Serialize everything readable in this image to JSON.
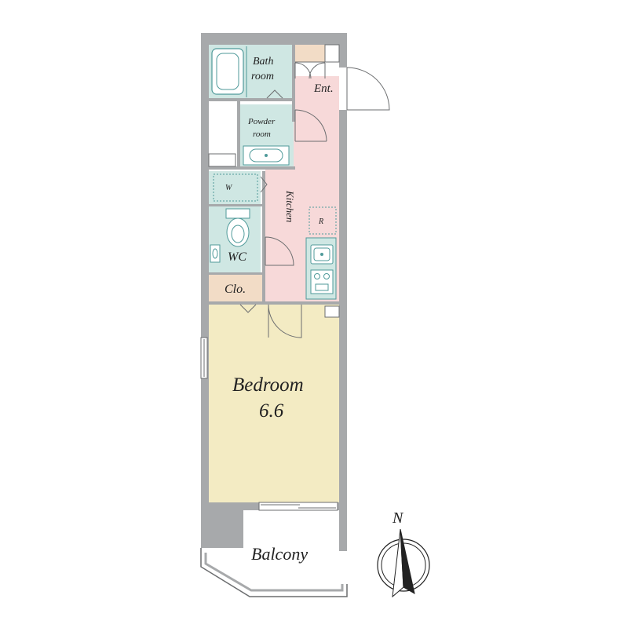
{
  "rooms": {
    "bath": {
      "line1": "Bath",
      "line2": "room"
    },
    "powder": {
      "line1": "Powder",
      "line2": "room"
    },
    "entrance": "Ent.",
    "kitchen": "Kitchen",
    "refrigerator": "R",
    "washer": "W",
    "toilet": "WC",
    "closet": "Clo.",
    "bedroom": {
      "name": "Bedroom",
      "size": "6.6"
    },
    "balcony": "Balcony"
  },
  "compass": {
    "north": "N"
  },
  "colors": {
    "wall": "#a7a9ab",
    "wet_area": "#cfe7e3",
    "kitchen_floor": "#f7d9d9",
    "bedroom_floor": "#f3ebc3",
    "storage": "#f2dcc6",
    "fixture_stroke": "#4f9a9a"
  }
}
